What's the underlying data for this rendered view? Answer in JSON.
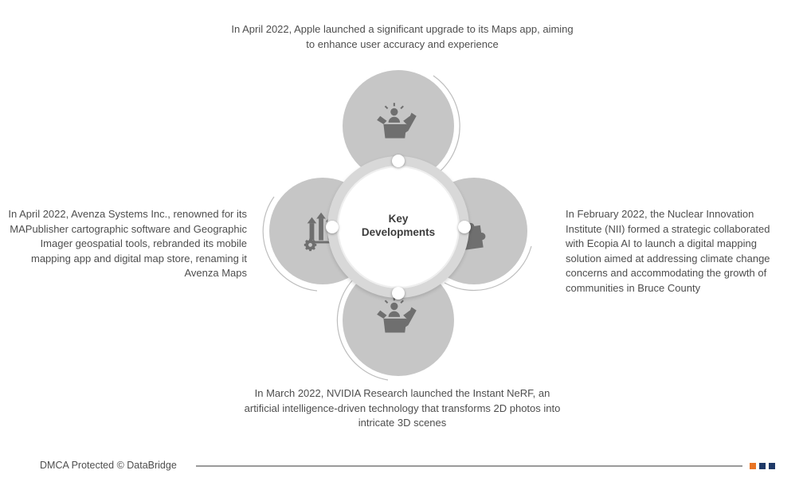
{
  "center": {
    "label": "Key Developments"
  },
  "annotations": {
    "top": "In April 2022, Apple launched a significant upgrade to its Maps app, aiming to enhance user accuracy and experience",
    "left": "In April 2022, Avenza Systems Inc., renowned for its MAPublisher cartographic software and Geographic Imager geospatial tools, rebranded its mobile mapping app and digital map store, renaming it Avenza Maps",
    "right": "In February 2022, the Nuclear Innovation Institute (NII) formed a strategic collaborated with Ecopia AI to launch a digital mapping solution aimed at addressing climate change concerns and accommodating the growth of communities in Bruce County",
    "bottom": "In March 2022, NVIDIA Research launched the Instant NeRF, an artificial intelligence-driven technology that transforms 2D photos into intricate 3D scenes"
  },
  "icons": {
    "top": "launch-box-icon",
    "left": "growth-gear-icon",
    "right": "puzzle-person-icon",
    "bottom": "launch-box-icon"
  },
  "footer": {
    "text": "DMCA Protected © DataBridge"
  },
  "colors": {
    "bubble_gray": "#c6c6c6",
    "ring_gray": "#d8d8d8",
    "icon_gray": "#6f6f6f",
    "text_gray": "#4e4e4e",
    "brand_orange": "#e87424",
    "brand_navy": "#1f3a68"
  }
}
